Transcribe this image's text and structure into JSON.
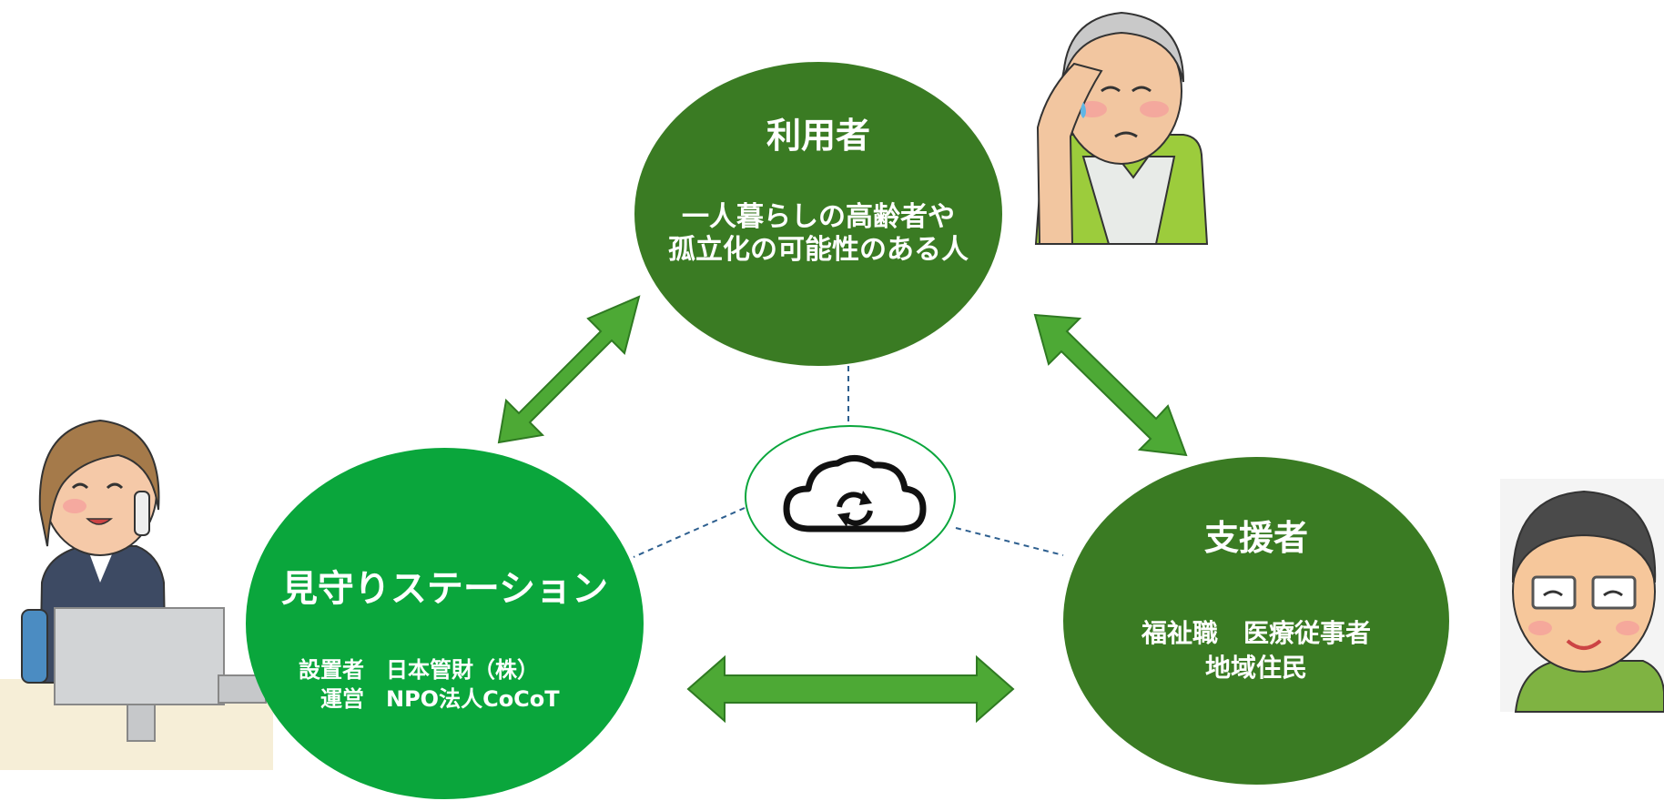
{
  "nodes": {
    "user": {
      "title": "利用者",
      "lines": [
        "一人暮らしの高齢者や",
        "孤立化の可能性のある人"
      ]
    },
    "station": {
      "title": "見守りステーション",
      "rows": [
        {
          "label": "設置者",
          "value": "日本管財（株）"
        },
        {
          "label": "運営",
          "value": "NPO法人CoCoT"
        }
      ]
    },
    "supporter": {
      "title": "支援者",
      "lines": [
        "福祉職　医療従事者",
        "地域住民"
      ]
    }
  },
  "hub": {
    "icon": "cloud-sync-icon"
  },
  "colors": {
    "dark_green": "#3a7b23",
    "bright_green": "#0aa63c",
    "arrow_green": "#4da935",
    "dash_blue": "#2d5f8f"
  }
}
